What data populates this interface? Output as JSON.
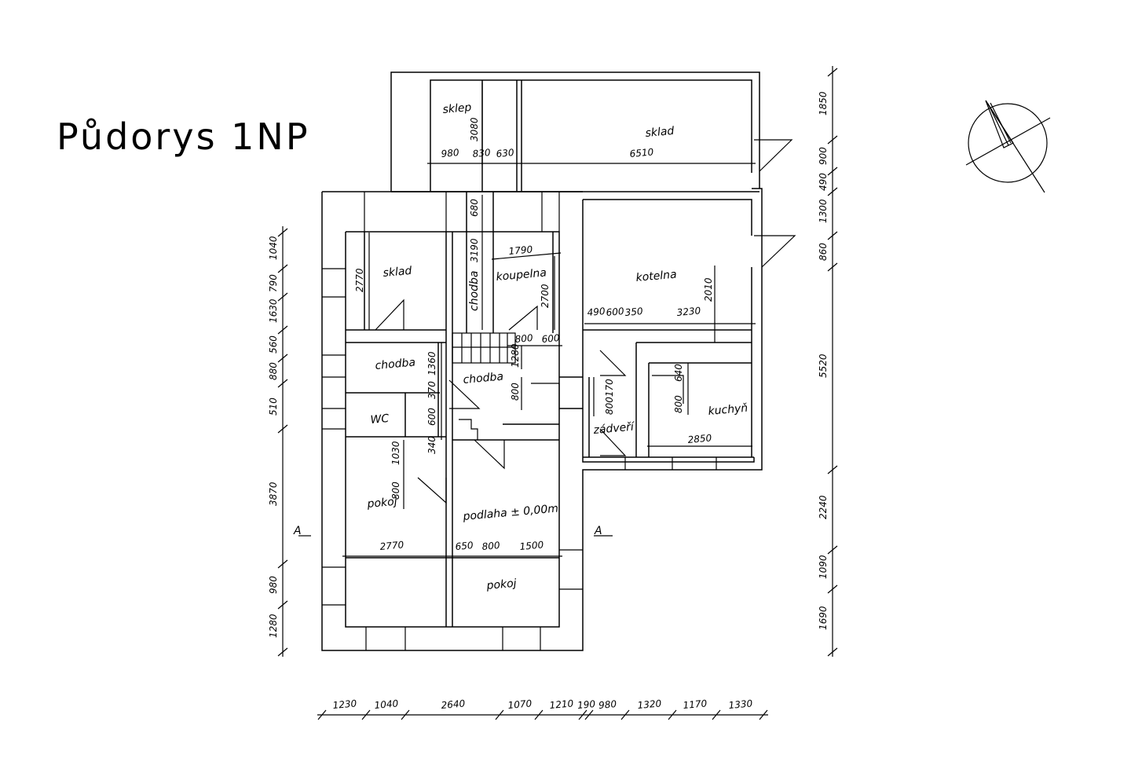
{
  "title": "Půdorys 1NP",
  "rooms": {
    "sklep": "sklep",
    "sklad_top": "sklad",
    "sklad_left": "sklad",
    "chodba_vertical": "chodba",
    "koupelna": "koupelna",
    "kotelna": "kotelna",
    "chodba_left": "chodba",
    "chodba_center": "chodba",
    "wc": "WC",
    "kuchyn": "kuchyň",
    "zadveri": "zádveří",
    "pokoj_left": "pokoj",
    "podlaha": "podlaha ± 0,00m",
    "pokoj_bottom": "pokoj"
  },
  "section_marks": {
    "left": "A",
    "right": "A"
  },
  "dims": {
    "top_980": "980",
    "top_830": "830",
    "top_630": "630",
    "top_6510": "6510",
    "top_3080": "3080",
    "c_680": "680",
    "c_3190": "3190",
    "c_1790": "1790",
    "c_2700": "2700",
    "c_2770": "2770",
    "c_2010": "2010",
    "k_490": "490",
    "k_600": "600",
    "k_350": "350",
    "k_3230": "3230",
    "s_800a": "800",
    "s_600a": "600",
    "s_1280": "1280",
    "l_1360": "1360",
    "l_370": "370",
    "l_600": "600",
    "l_340": "340",
    "c_800": "800",
    "z_800170": "800170",
    "ku_640": "640",
    "ku_800": "800",
    "ku_2850": "2850",
    "p_1030": "1030",
    "p_800": "800",
    "p_2770": "2770",
    "p_650": "650",
    "p_800b": "800",
    "p_1500": "1500"
  },
  "left_dims": [
    "1040",
    "790",
    "1630",
    "560",
    "880",
    "510",
    "3870",
    "980",
    "1280"
  ],
  "right_dims": [
    "1850",
    "900",
    "490",
    "1300",
    "860",
    "5520",
    "2240",
    "1090",
    "1690"
  ],
  "bottom_dims": [
    "1230",
    "1040",
    "2640",
    "1070",
    "1210",
    "190",
    "980",
    "1320",
    "1170",
    "1330"
  ]
}
